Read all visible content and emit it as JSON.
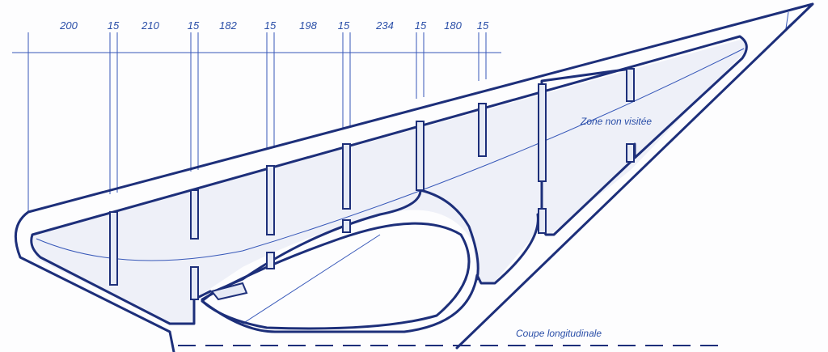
{
  "dimensions": [
    {
      "label": "200"
    },
    {
      "label": "15"
    },
    {
      "label": "210"
    },
    {
      "label": "15"
    },
    {
      "label": "182"
    },
    {
      "label": "15"
    },
    {
      "label": "198"
    },
    {
      "label": "15"
    },
    {
      "label": "234"
    },
    {
      "label": "15"
    },
    {
      "label": "180"
    },
    {
      "label": "15"
    }
  ],
  "annotations": {
    "zone": "Zone non visitée",
    "section": "Coupe longitudinale"
  },
  "colors": {
    "ink": "#1d2f7a",
    "pencil": "#3657b8"
  }
}
